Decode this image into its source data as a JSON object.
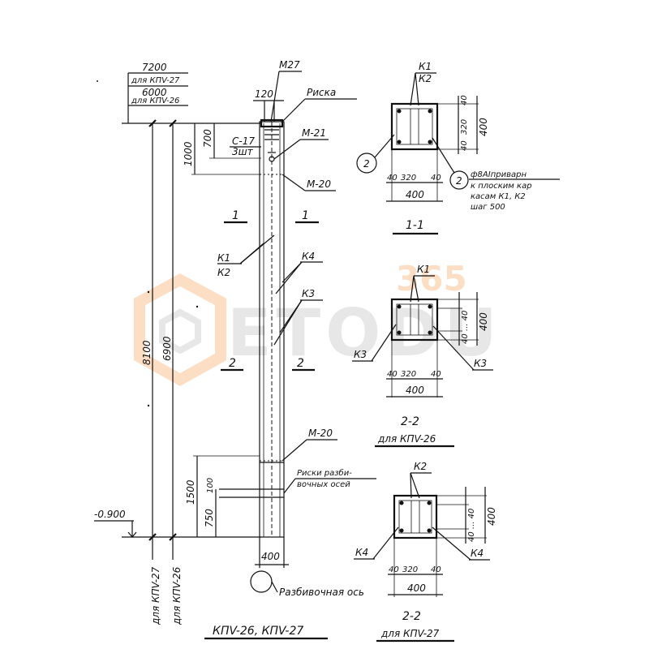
{
  "watermark": {
    "text": "ETODU",
    "number": "365",
    "hex_color": "#f5a25a",
    "gray_color": "#bdbdbd"
  },
  "elevation": {
    "top_dim_1": "7200",
    "top_note_1": "для КПV-27",
    "top_dim_2": "6000",
    "top_note_2": "для КПV-26",
    "overall_dim": "8100",
    "inner_dim": "6900",
    "level": "-0.900",
    "bottom_note_1": "для КПV-27",
    "bottom_note_2": "для КПV-26",
    "dim_1000": "1000",
    "dim_700": "700",
    "dim_120": "120",
    "dim_1500": "1500",
    "dim_750": "750",
    "dim_100": "100",
    "width_dim": "400",
    "weld_1": "C-17",
    "weld_2": "3шт",
    "m27": "M27",
    "m21": "M-21",
    "m20_top": "M-20",
    "m20_bot": "M-20",
    "risk_top": "Риска",
    "risk_bottom_1": "Риски разби-",
    "risk_bottom_2": "вочных осей",
    "axis_label": "Разбивочная ось",
    "k1": "К1",
    "k2": "К2",
    "k3": "К3",
    "k4": "К4",
    "cut1_left": "1",
    "cut1_right": "1",
    "cut2_left": "2",
    "cut2_right": "2",
    "title": "КПV-26, КПV-27"
  },
  "section_1": {
    "k1": "К1",
    "k2": "К2",
    "d40_top": "40",
    "d320_v": "320",
    "d40_bot": "40",
    "d400_v": "400",
    "d40_l": "40",
    "d320_h": "320",
    "d40_r": "40",
    "d400_h": "400",
    "circle_left": "2",
    "circle_right": "2",
    "note_1": "ф8АIприварн",
    "note_2": "к плоским кар",
    "note_3": "касам К1, К2",
    "note_4": "шаг 500",
    "title": "1-1"
  },
  "section_2a": {
    "k1": "К1",
    "k3_left": "К3",
    "k3_right": "К3",
    "dims_v": "40 ... 40",
    "d400_v": "400",
    "d40_l": "40",
    "d320_h": "320",
    "d40_r": "40",
    "d400_h": "400",
    "title": "2-2",
    "subtitle": "для КПV-26"
  },
  "section_2b": {
    "k2": "К2",
    "k4_left": "К4",
    "k4_right": "К4",
    "dims_v": "40 ... 40",
    "d400_v": "400",
    "d40_l": "40",
    "d320_h": "320",
    "d40_r": "40",
    "d400_h": "400",
    "title": "2-2",
    "subtitle": "для КПV-27"
  }
}
